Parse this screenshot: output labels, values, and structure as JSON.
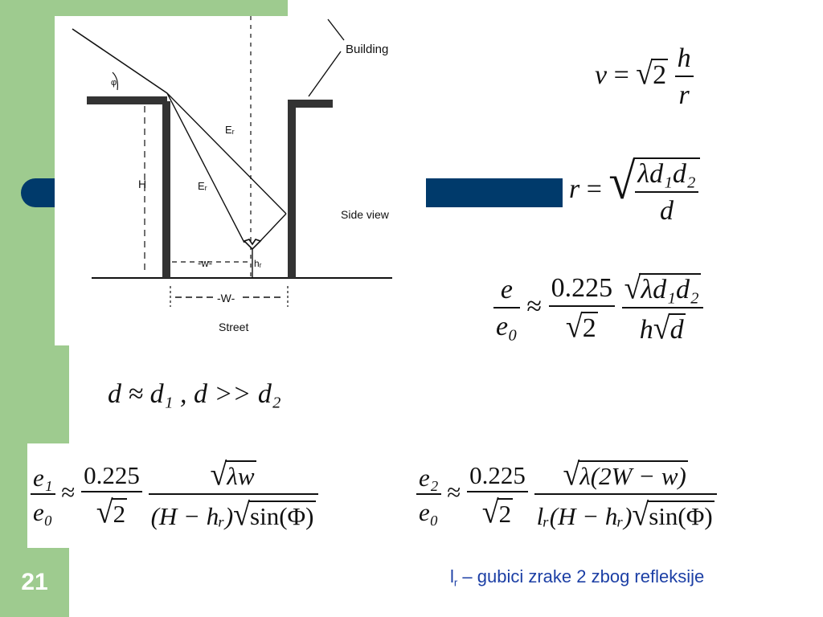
{
  "slide": {
    "number": "21"
  },
  "figure": {
    "labels": {
      "building": "Building",
      "side_view": "Side view",
      "street": "Street",
      "H": "H",
      "W": "-W-",
      "w": "-w-",
      "hr": "hᵣ",
      "er": "Eᵣ",
      "ed": "Eᵣ",
      "phi": "φ"
    }
  },
  "formulas": {
    "nu": {
      "lhs": "ν",
      "eq": "=",
      "root": "2",
      "num": "h",
      "den": "r"
    },
    "r": {
      "lhs": "r",
      "eq": "=",
      "num": "λd₁d₂",
      "den": "d"
    },
    "ratio": {
      "num": "e",
      "den": "e₀",
      "approx": "≈",
      "c_num": "0.225",
      "c_den": "2",
      "r_num": "λd₁d₂",
      "r_den_h": "h",
      "r_den_root": "d"
    },
    "condition": "d ≈ d₁ ,  d >> d₂",
    "e1": {
      "num": "e₁",
      "den": "e₀",
      "approx": "≈",
      "c_num": "0.225",
      "c_den": "2",
      "root_num": "λw",
      "den_a": "(H − hᵣ)",
      "den_root": "sin(Φ)"
    },
    "e2": {
      "num": "e₂",
      "den": "e₀",
      "approx": "≈",
      "c_num": "0.225",
      "c_den": "2",
      "root_num": "λ(2W − w)",
      "den_a": "lᵣ(H − hᵣ)",
      "den_root": "sin(Φ)"
    }
  },
  "note": {
    "symbol": "l",
    "sub": "r",
    "text": " – gubici zrake 2 zbog refleksije"
  },
  "colors": {
    "sidebar": "#9ecb8f",
    "accent": "#003a6b",
    "note": "#1c3fa5"
  }
}
